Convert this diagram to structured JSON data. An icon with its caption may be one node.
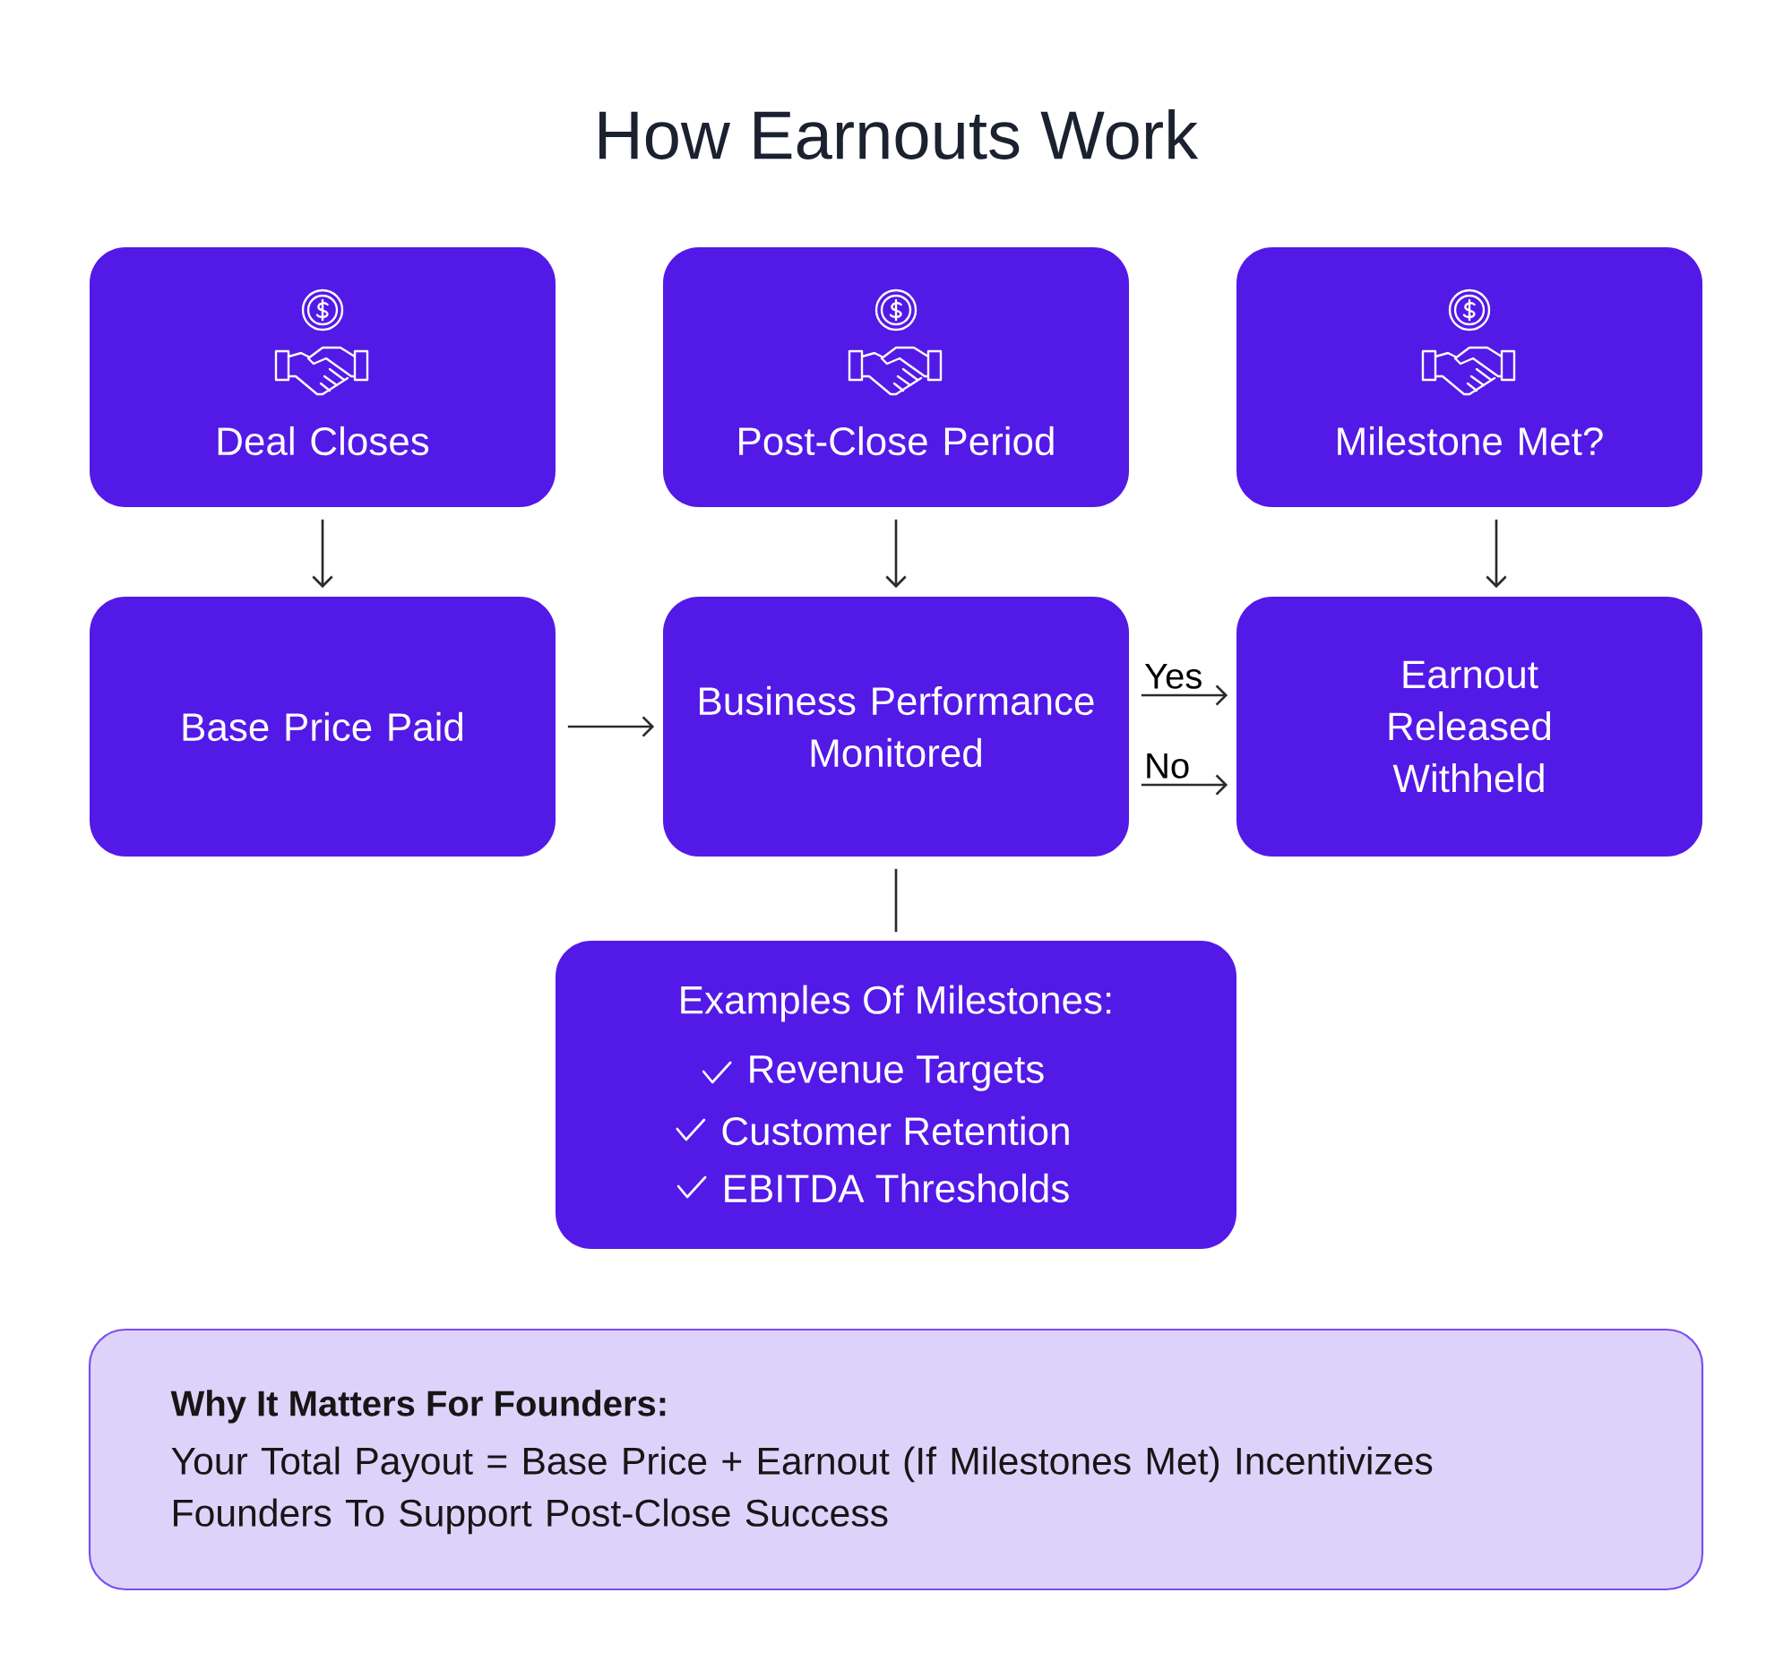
{
  "diagram": {
    "title": "How Earnouts Work",
    "nodes": [
      {
        "text": [
          "Deal Closes"
        ]
      },
      {
        "text": [
          "Post-Close Period"
        ]
      },
      {
        "text": [
          "Milestone Met?"
        ]
      },
      {
        "text": [
          "Base Price Paid"
        ]
      },
      {
        "text": [
          "Business Performance Monitored"
        ]
      },
      {
        "text": [
          "Earnout Released Withheld"
        ]
      },
      {
        "text": [
          "Examples Of Milestones:",
          "Revenue Targets",
          "Customer Retention",
          "EBITDA Thresholds"
        ]
      },
      {
        "text": [
          "Why It Matters For Founders:",
          "Your Total Payout = Base Price + Earnout (If Milestones Met) Incentivizes Founders To Support Post-Close Success"
        ]
      }
    ],
    "edges": [
      {
        "from": 0,
        "to": 3,
        "arrow": "to"
      },
      {
        "from": 1,
        "to": 4,
        "arrow": "to"
      },
      {
        "from": 2,
        "to": 5,
        "arrow": "to"
      },
      {
        "from": 3,
        "to": 4,
        "arrow": "to"
      },
      {
        "from": 4,
        "to": 5,
        "arrow": "to",
        "label": "Yes"
      },
      {
        "from": 4,
        "to": 5,
        "arrow": "to",
        "label": "No"
      },
      {
        "from": 4,
        "to": 6,
        "arrow": "none"
      }
    ]
  }
}
